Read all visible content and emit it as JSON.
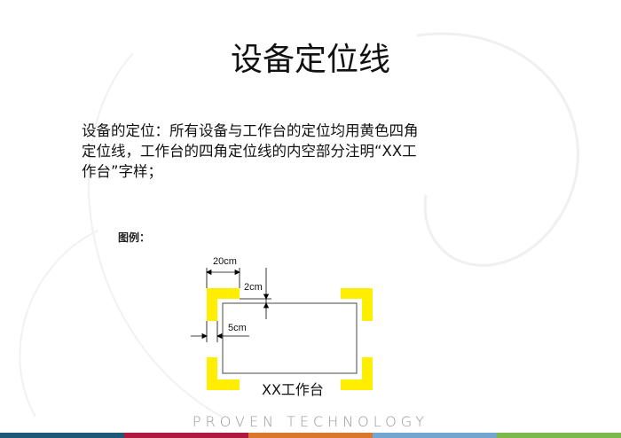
{
  "title": "设备定位线",
  "body_text": "设备的定位：所有设备与工作台的定位均用黄色四角定位线，工作台的四角定位线的内空部分注明“XX工作台”字样；",
  "legend_label": "图例：",
  "diagram": {
    "width_label": "20cm",
    "gap_label": "2cm",
    "thickness_label": "5cm",
    "caption": "XX工作台",
    "corner_color": "#ffee00"
  },
  "footer": {
    "brand": "PROVEN TECHNOLOGY",
    "bar_colors": [
      "#1c5878",
      "#b0183f",
      "#d9782a",
      "#72a5cf",
      "#7cb84a"
    ]
  }
}
